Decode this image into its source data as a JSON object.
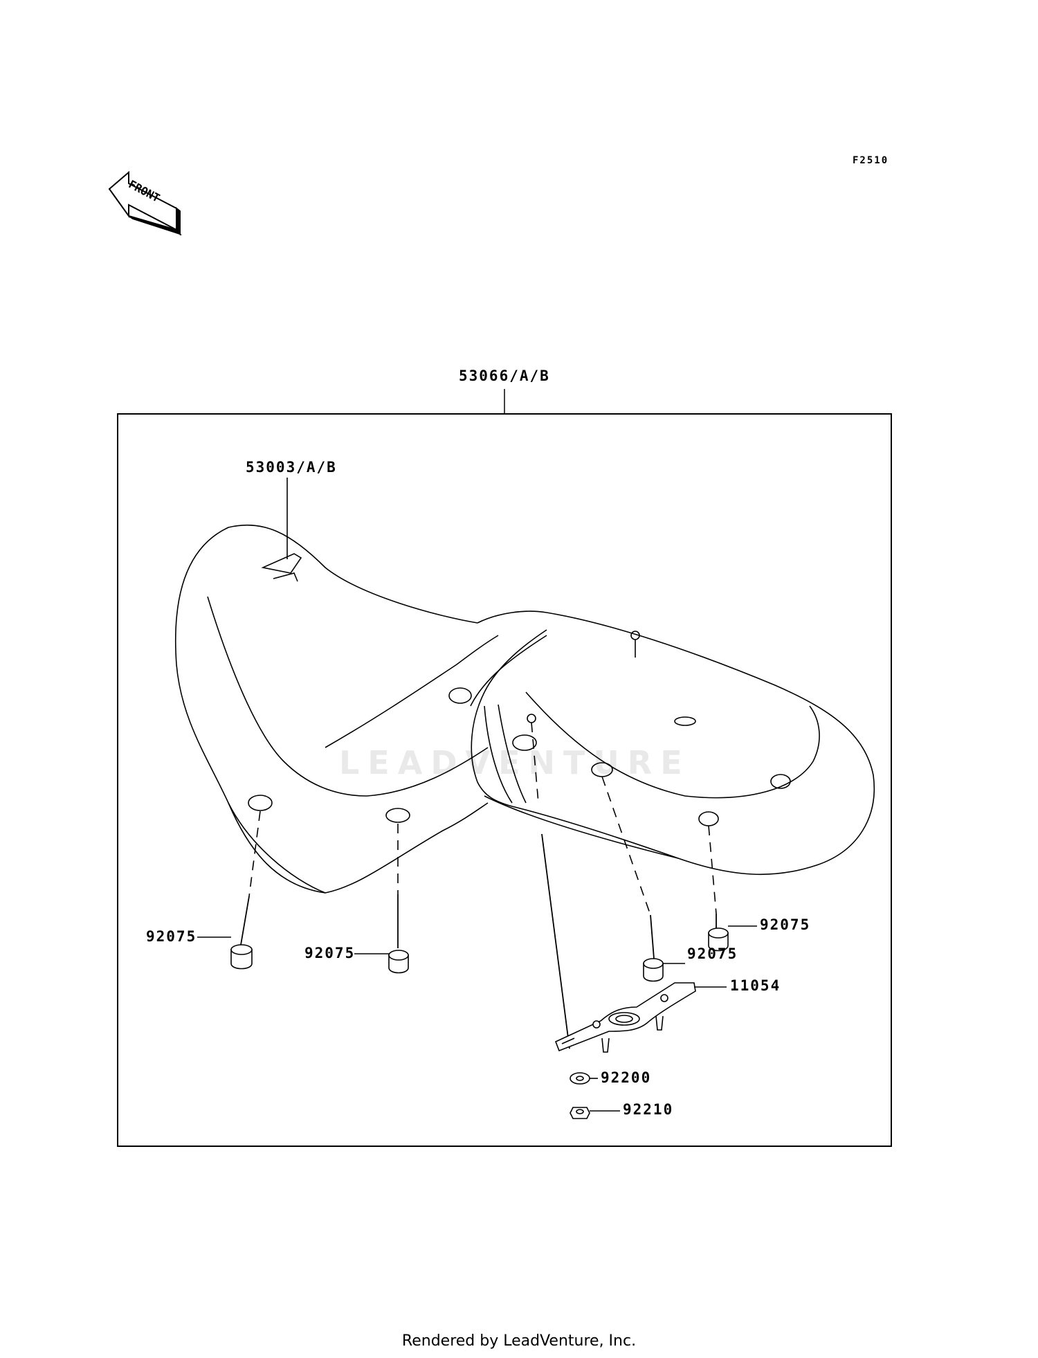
{
  "diagram_code": "F2510",
  "front_arrow_text": "FRONT",
  "watermark": "LEADVENTURE",
  "footer": "Rendered by LeadVenture, Inc.",
  "parts": {
    "assembly": "53066/A/B",
    "cover": "53003/A/B",
    "damper_1": "92075",
    "damper_2": "92075",
    "damper_3": "92075",
    "damper_4": "92075",
    "bracket": "11054",
    "washer": "92200",
    "nut": "92210"
  }
}
